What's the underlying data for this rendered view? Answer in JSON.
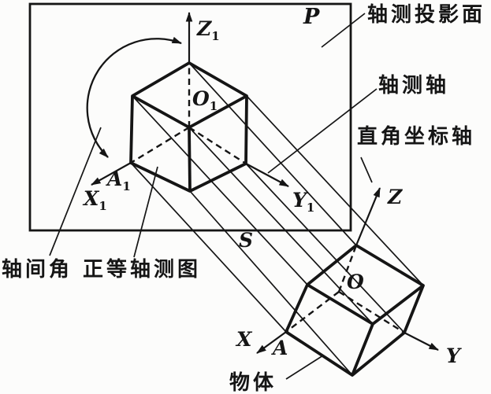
{
  "colors": {
    "ink": "#151515",
    "background": "#fcfcfb"
  },
  "plane": {
    "label": "P"
  },
  "projection": {
    "direction_label": "S"
  },
  "annotations": {
    "projection_plane": "轴测投影面",
    "axonometric_axis": "轴测轴",
    "rectangular_axis": "直角坐标轴",
    "axis_angle": "轴间角",
    "isometric_view": "正等轴测图",
    "object": "物体"
  },
  "axonometric_cube": {
    "origin": {
      "main": "O",
      "sub": "1"
    },
    "x_axis": {
      "main": "X",
      "sub": "1"
    },
    "y_axis": {
      "main": "Y",
      "sub": "1"
    },
    "z_axis": {
      "main": "Z",
      "sub": "1"
    },
    "point_a": {
      "main": "A",
      "sub": "1"
    }
  },
  "object_cube": {
    "origin": "O",
    "x_axis": "X",
    "y_axis": "Y",
    "z_axis": "Z",
    "point_a": "A"
  }
}
